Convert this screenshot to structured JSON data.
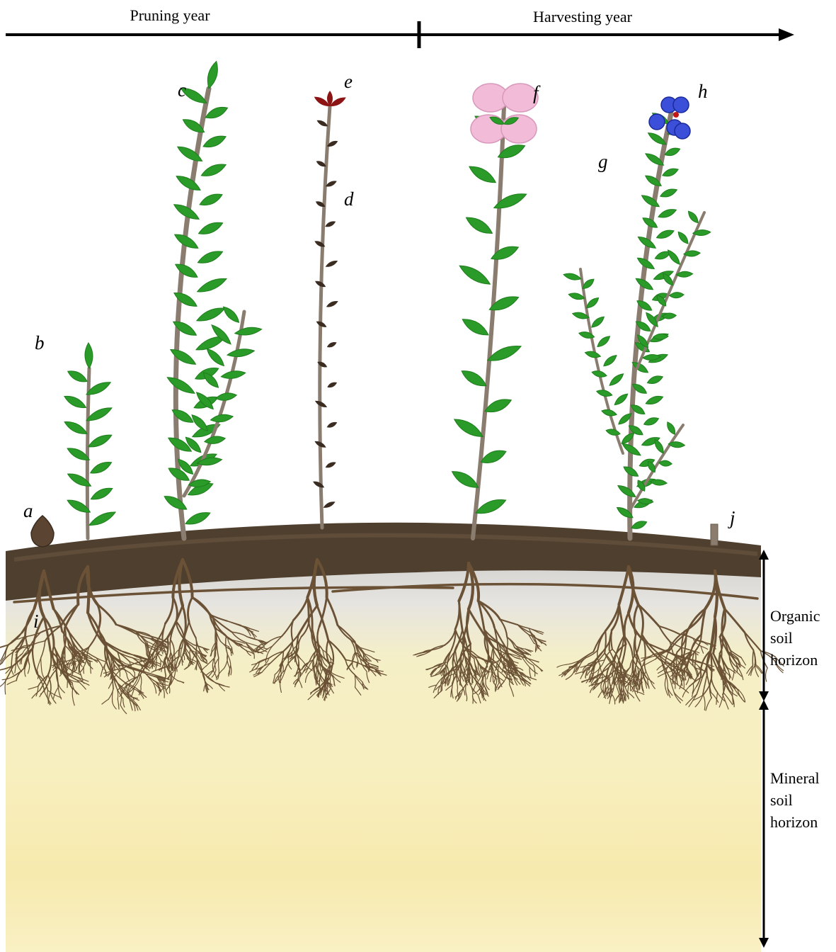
{
  "timeline": {
    "left_label": "Pruning year",
    "right_label": "Harvesting year"
  },
  "plant_labels": {
    "a": "a",
    "b": "b",
    "c": "c",
    "d": "d",
    "e": "e",
    "f": "f",
    "g": "g",
    "h": "h",
    "i": "i",
    "j": "j"
  },
  "horizons": {
    "organic": [
      "Organic",
      "soil",
      "horizon"
    ],
    "mineral": [
      "Mineral",
      "soil",
      "horizon"
    ]
  },
  "colors": {
    "leaf": "#2a9a28",
    "stem": "#8a7c6e",
    "root": "#6b5236",
    "organic_layer": "#4f3f2e",
    "subsoil_gray": "#d9d7d4",
    "mineral_soil": "#f6edb8",
    "flower": "#f2bcd8",
    "berry": "#3b4fd8",
    "bud": "#8c1414"
  }
}
